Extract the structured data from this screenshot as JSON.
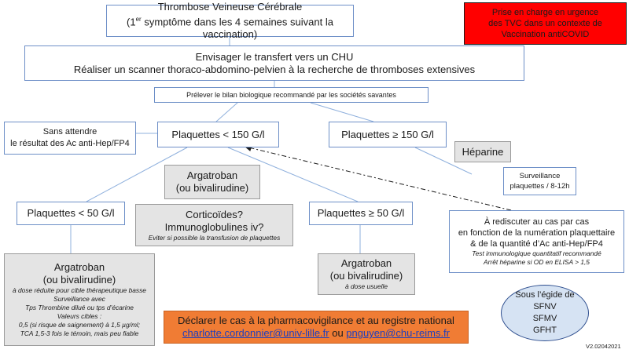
{
  "title_box": {
    "line1": "Thrombose Veineuse Cérébrale",
    "line2_prefix": "(1",
    "line2_sup": "er",
    "line2_rest": " symptôme dans les 4 semaines suivant la vaccination)"
  },
  "urgent_box": {
    "lines": [
      "Prise en charge en urgence",
      "des TVC dans un contexte de",
      "Vaccination antiCOVID"
    ],
    "bg_color": "#ff0000"
  },
  "transfer_box": {
    "line1": "Envisager le transfert vers un CHU",
    "line2": "Réaliser un scanner thoraco-abdomino-pelvien à la recherche de thromboses extensives"
  },
  "bilan_box": {
    "text": "Prélever le bilan biologique recommandé par les sociétés savantes"
  },
  "sans_attendre_box": {
    "line1": "Sans attendre",
    "line2": "le résultat des Ac anti-Hep/FP4"
  },
  "plaq_lt150": {
    "text": "Plaquettes < 150 G/l"
  },
  "plaq_ge150": {
    "text": "Plaquettes ≥ 150 G/l"
  },
  "heparine_box": {
    "text": "Héparine"
  },
  "surveillance_box": {
    "line1": "Surveillance",
    "line2": "plaquettes / 8-12h"
  },
  "argatroban_mid": {
    "line1": "Argatroban",
    "line2": "(ou bivalirudine)"
  },
  "plaq_lt50": {
    "text": "Plaquettes < 50 G/l"
  },
  "cortico_box": {
    "line1": "Corticoïdes?",
    "line2": "Immunoglobulines iv?",
    "note": "Eviter si possible la transfusion de plaquettes"
  },
  "plaq_ge50": {
    "text": "Plaquettes ≥ 50 G/l"
  },
  "rediscuter_box": {
    "line1": "À rediscuter au cas par cas",
    "line2": "en fonction de la numération plaquettaire",
    "line3": "& de la quantité d’Ac anti-Hep/FP4",
    "note1": "Test immunologique quantitatif recommandé",
    "note2": "Arrêt héparine si OD en ELISA  > 1,5"
  },
  "argatroban_left": {
    "line1": "Argatroban",
    "line2": "(ou bivalirudine)",
    "notes": [
      "à dose réduite pour cible thérapeutique basse",
      "Surveillance avec",
      "Tps Thrombine dilué ou tps d’écarine",
      "Valeurs cibles :",
      "0,5 (si risque de saignement) à 1,5 µg/ml;",
      "TCA 1,5-3 fois le témoin, mais peu fiable"
    ]
  },
  "argatroban_right": {
    "line1": "Argatroban",
    "line2": "(ou bivalirudine)",
    "note": "à dose usuelle"
  },
  "declare_box": {
    "line1": "Déclarer le cas à la pharmacovigilance et au registre national",
    "email1": "charlotte.cordonnier@univ-lille.fr",
    "sep": " ou ",
    "email2": "pnguyen@chu-reims.fr",
    "bg_color": "#f07c34"
  },
  "egide_box": {
    "line1": "Sous l’égide de",
    "line2": "SFNV",
    "line3": "SFMV",
    "line4": "GFHT"
  },
  "version": "V2.02042021"
}
